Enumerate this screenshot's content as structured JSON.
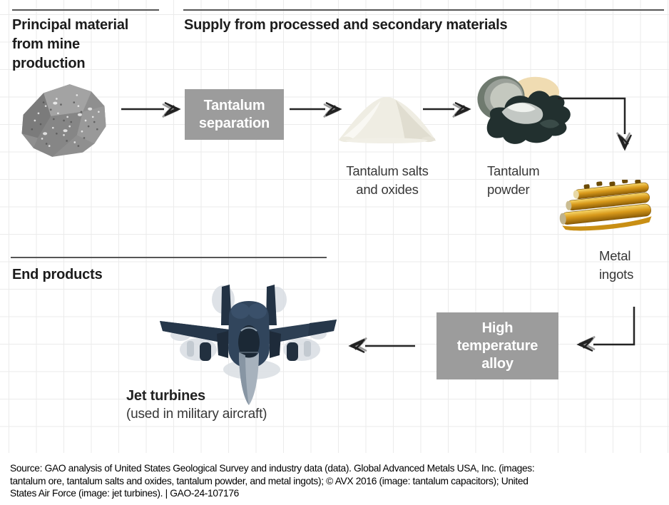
{
  "figure": {
    "sections": {
      "principal": {
        "title_lines": [
          "Principal material",
          "from mine",
          "production"
        ]
      },
      "supply": {
        "title": "Supply from processed and secondary materials"
      },
      "end_products": {
        "title": "End products"
      }
    },
    "process": {
      "separation_box": {
        "lines": [
          "Tantalum",
          "separation"
        ]
      },
      "alloy_box": {
        "lines": [
          "High",
          "temperature",
          "alloy"
        ]
      }
    },
    "labels": {
      "salts": {
        "lines": [
          "Tantalum salts",
          "and oxides"
        ]
      },
      "powder": {
        "lines": [
          "Tantalum",
          "powder"
        ]
      },
      "ingots": {
        "lines": [
          "Metal",
          "ingots"
        ]
      },
      "jet": {
        "title": "Jet turbines",
        "subtitle": "(used in military aircraft)"
      }
    },
    "colors": {
      "process_box_bg": "#9c9c9c",
      "process_box_text": "#ffffff",
      "rule": "#565656",
      "arrow": "#242424",
      "grid": "#ebebeb",
      "heading": "#1c1c1c",
      "label": "#373737"
    },
    "source_note": {
      "lines": [
        "Source: GAO analysis of United States Geological Survey and industry data (data). Global Advanced Metals USA, Inc. (images:",
        "tantalum ore, tantalum salts and oxides, tantalum powder, and metal ingots); © AVX 2016 (image: tantalum capacitors); United",
        "States Air Force (image: jet turbines). |  GAO-24-107176"
      ]
    }
  }
}
